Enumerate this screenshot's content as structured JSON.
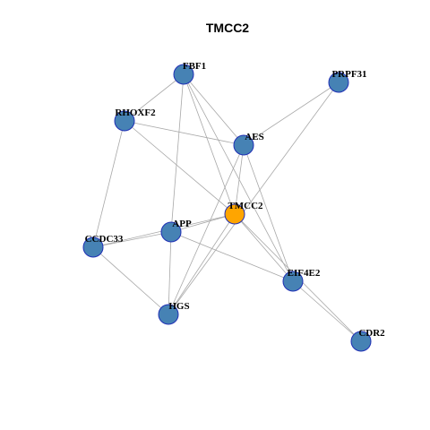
{
  "title": "TMCC2",
  "colors": {
    "node_fill": "#4682b4",
    "focus_fill": "#ffa500",
    "node_stroke": "#1f2fb5",
    "edge": "#a8a8a8"
  },
  "nodes": [
    {
      "id": "FBF1",
      "label": "FBF1",
      "focus": false
    },
    {
      "id": "PRPF31",
      "label": "PRPF31",
      "focus": false
    },
    {
      "id": "RHOXF2",
      "label": "RHOXF2",
      "focus": false
    },
    {
      "id": "AES",
      "label": "AES",
      "focus": false
    },
    {
      "id": "TMCC2",
      "label": "TMCC2",
      "focus": true
    },
    {
      "id": "APP",
      "label": "APP",
      "focus": false
    },
    {
      "id": "CCDC33",
      "label": "CCDC33",
      "focus": false
    },
    {
      "id": "EIF4E2",
      "label": "EIF4E2",
      "focus": false
    },
    {
      "id": "HGS",
      "label": "HGS",
      "focus": false
    },
    {
      "id": "CDR2",
      "label": "CDR2",
      "focus": false
    }
  ],
  "edges": [
    [
      "FBF1",
      "RHOXF2"
    ],
    [
      "FBF1",
      "AES"
    ],
    [
      "FBF1",
      "TMCC2"
    ],
    [
      "FBF1",
      "APP"
    ],
    [
      "FBF1",
      "EIF4E2"
    ],
    [
      "RHOXF2",
      "AES"
    ],
    [
      "RHOXF2",
      "TMCC2"
    ],
    [
      "RHOXF2",
      "CCDC33"
    ],
    [
      "PRPF31",
      "AES"
    ],
    [
      "PRPF31",
      "HGS"
    ],
    [
      "AES",
      "TMCC2"
    ],
    [
      "AES",
      "HGS"
    ],
    [
      "AES",
      "EIF4E2"
    ],
    [
      "TMCC2",
      "APP"
    ],
    [
      "TMCC2",
      "CCDC33"
    ],
    [
      "TMCC2",
      "HGS"
    ],
    [
      "TMCC2",
      "EIF4E2"
    ],
    [
      "TMCC2",
      "CDR2"
    ],
    [
      "APP",
      "CCDC33"
    ],
    [
      "APP",
      "HGS"
    ],
    [
      "APP",
      "EIF4E2"
    ],
    [
      "CCDC33",
      "HGS"
    ],
    [
      "EIF4E2",
      "CDR2"
    ]
  ]
}
